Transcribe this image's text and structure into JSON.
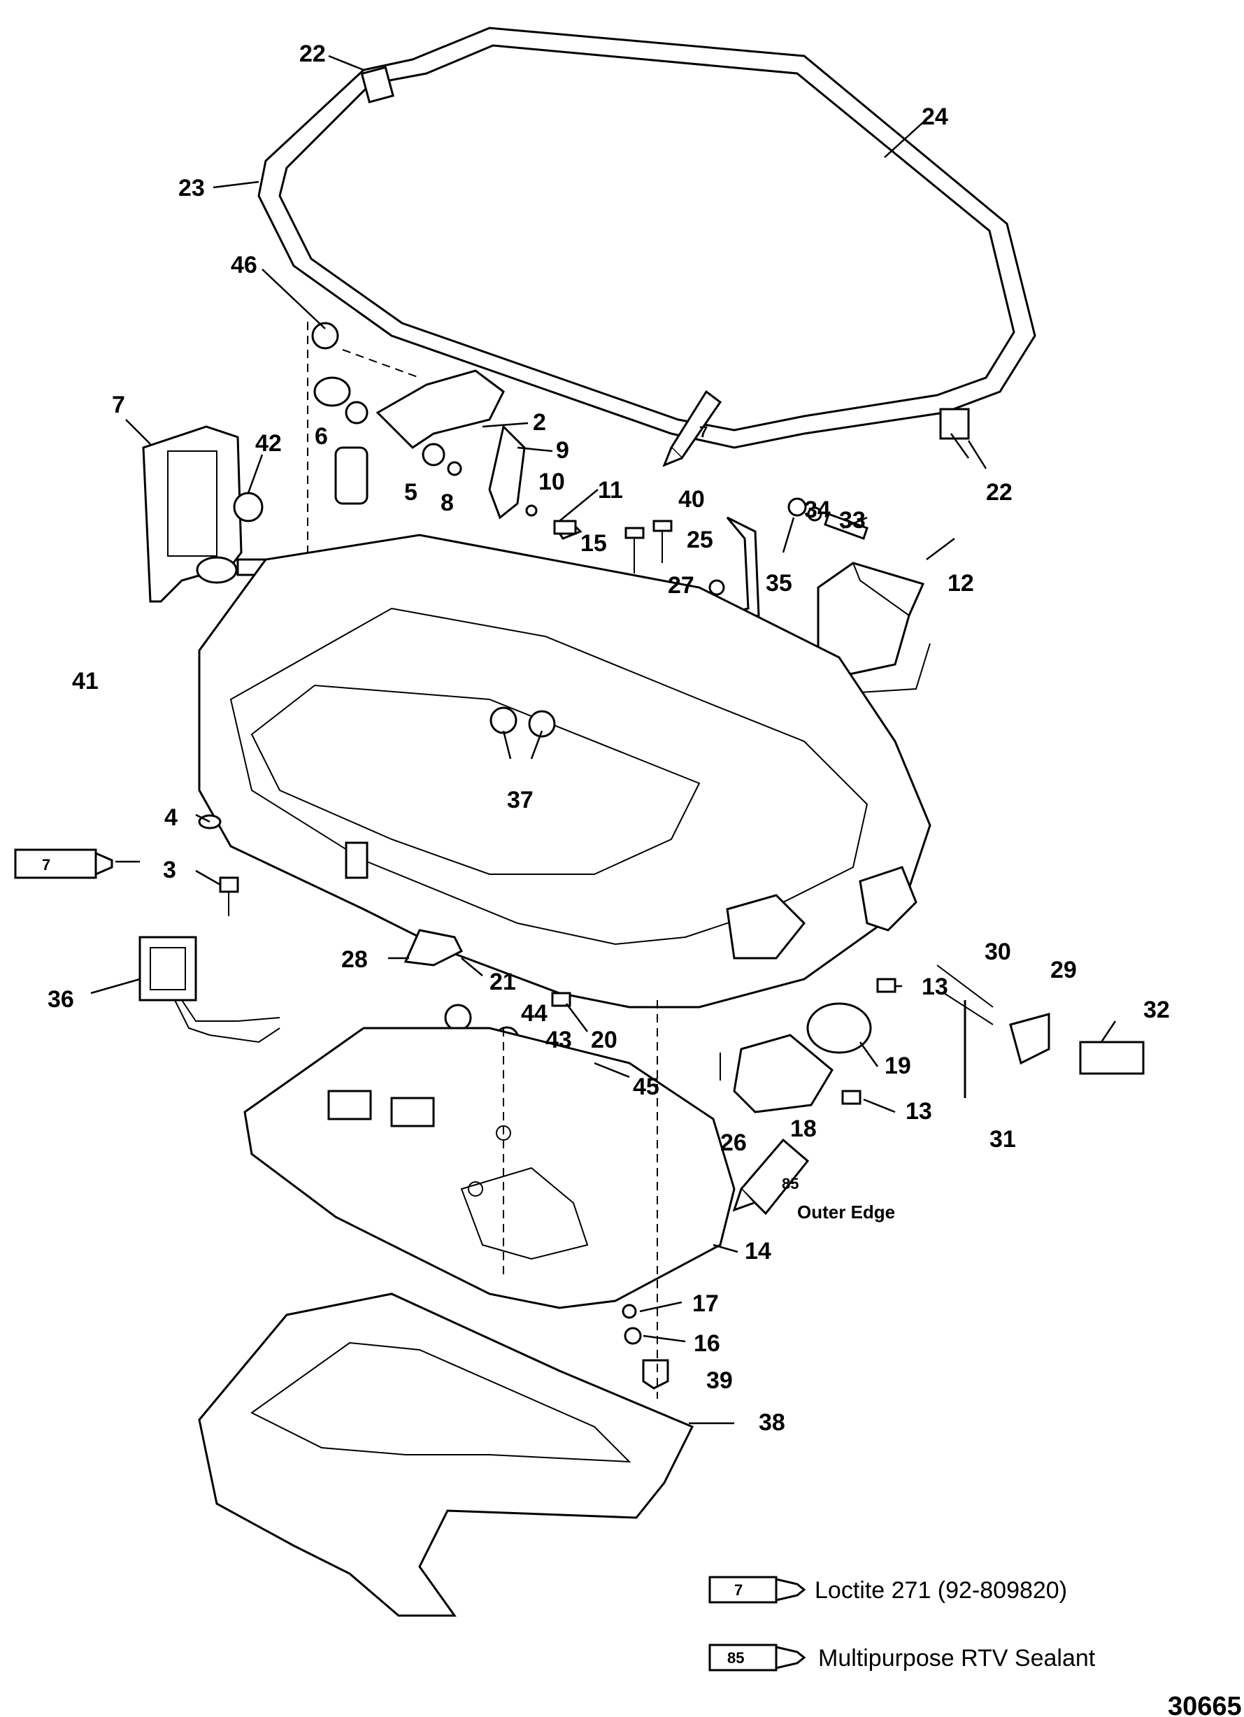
{
  "callouts": [
    {
      "id": "c22a",
      "label": "22"
    },
    {
      "id": "c24",
      "label": "24"
    },
    {
      "id": "c23",
      "label": "23"
    },
    {
      "id": "c46",
      "label": "46"
    },
    {
      "id": "c7a",
      "label": "7"
    },
    {
      "id": "c42",
      "label": "42"
    },
    {
      "id": "c6",
      "label": "6"
    },
    {
      "id": "c2",
      "label": "2"
    },
    {
      "id": "c9",
      "label": "9"
    },
    {
      "id": "c5",
      "label": "5"
    },
    {
      "id": "c8",
      "label": "8"
    },
    {
      "id": "c10",
      "label": "10"
    },
    {
      "id": "c11",
      "label": "11"
    },
    {
      "id": "c40",
      "label": "40"
    },
    {
      "id": "c15",
      "label": "15"
    },
    {
      "id": "c25",
      "label": "25"
    },
    {
      "id": "c27",
      "label": "27"
    },
    {
      "id": "c34",
      "label": "34"
    },
    {
      "id": "c33",
      "label": "33"
    },
    {
      "id": "c35",
      "label": "35"
    },
    {
      "id": "c22b",
      "label": "22"
    },
    {
      "id": "c12",
      "label": "12"
    },
    {
      "id": "c41",
      "label": "41"
    },
    {
      "id": "c37",
      "label": "37"
    },
    {
      "id": "c4",
      "label": "4"
    },
    {
      "id": "c3",
      "label": "3"
    },
    {
      "id": "c36",
      "label": "36"
    },
    {
      "id": "c28",
      "label": "28"
    },
    {
      "id": "c21",
      "label": "21"
    },
    {
      "id": "c44",
      "label": "44"
    },
    {
      "id": "c43",
      "label": "43"
    },
    {
      "id": "c20",
      "label": "20"
    },
    {
      "id": "c45",
      "label": "45"
    },
    {
      "id": "c30",
      "label": "30"
    },
    {
      "id": "c29",
      "label": "29"
    },
    {
      "id": "c13a",
      "label": "13"
    },
    {
      "id": "c32",
      "label": "32"
    },
    {
      "id": "c19",
      "label": "19"
    },
    {
      "id": "c13b",
      "label": "13"
    },
    {
      "id": "c26",
      "label": "26"
    },
    {
      "id": "c18",
      "label": "18"
    },
    {
      "id": "c31",
      "label": "31"
    },
    {
      "id": "c14",
      "label": "14"
    },
    {
      "id": "c17",
      "label": "17"
    },
    {
      "id": "c16",
      "label": "16"
    },
    {
      "id": "c39",
      "label": "39"
    },
    {
      "id": "c38",
      "label": "38"
    }
  ],
  "tubes": {
    "t7a": "7",
    "t7b": "7",
    "t85": "85"
  },
  "notes": {
    "outer_edge": "Outer Edge"
  },
  "legend": [
    {
      "code": "7",
      "text": "Loctite 271 (92-809820)"
    },
    {
      "code": "85",
      "text": "Multipurpose RTV Sealant"
    }
  ],
  "figure_number": "30665"
}
